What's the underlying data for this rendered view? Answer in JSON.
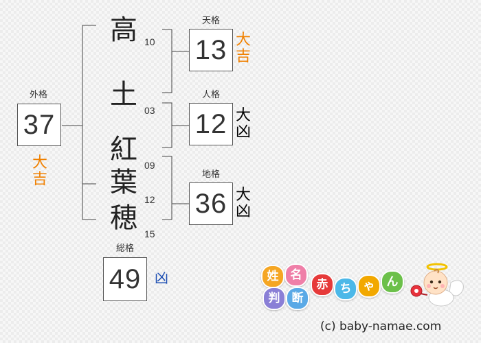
{
  "name": {
    "surname": [
      {
        "char": "高",
        "strokes": "10"
      },
      {
        "char": "土",
        "strokes": "03"
      }
    ],
    "given": [
      {
        "char": "紅",
        "strokes": "09"
      },
      {
        "char": "葉",
        "strokes": "12"
      },
      {
        "char": "穂",
        "strokes": "15"
      }
    ]
  },
  "results": {
    "tenkaku": {
      "label": "天格",
      "value": "13",
      "fortune_top": "大",
      "fortune_bottom": "吉",
      "color": "#f08000"
    },
    "jinkaku": {
      "label": "人格",
      "value": "12",
      "fortune_top": "大",
      "fortune_bottom": "凶",
      "color": "#000000"
    },
    "chikaku": {
      "label": "地格",
      "value": "36",
      "fortune_top": "大",
      "fortune_bottom": "凶",
      "color": "#000000"
    },
    "gaikaku": {
      "label": "外格",
      "value": "37",
      "fortune_top": "大",
      "fortune_bottom": "吉",
      "color": "#f08000"
    },
    "soukaku": {
      "label": "総格",
      "value": "49",
      "fortune": "凶",
      "color": "#1e4fb3"
    }
  },
  "branding": {
    "logo_chars": [
      "姓",
      "名",
      "判",
      "断",
      "赤",
      "ち",
      "ゃ",
      "ん"
    ],
    "logo_colors": [
      "#f5a623",
      "#ef7fa8",
      "#8a7fd6",
      "#5aa9e6",
      "#e63a3a",
      "#4cb8e8",
      "#f2a800",
      "#6cc04a"
    ],
    "mascot": "baby-angel-icon",
    "copyright": "(c) baby-namae.com"
  }
}
